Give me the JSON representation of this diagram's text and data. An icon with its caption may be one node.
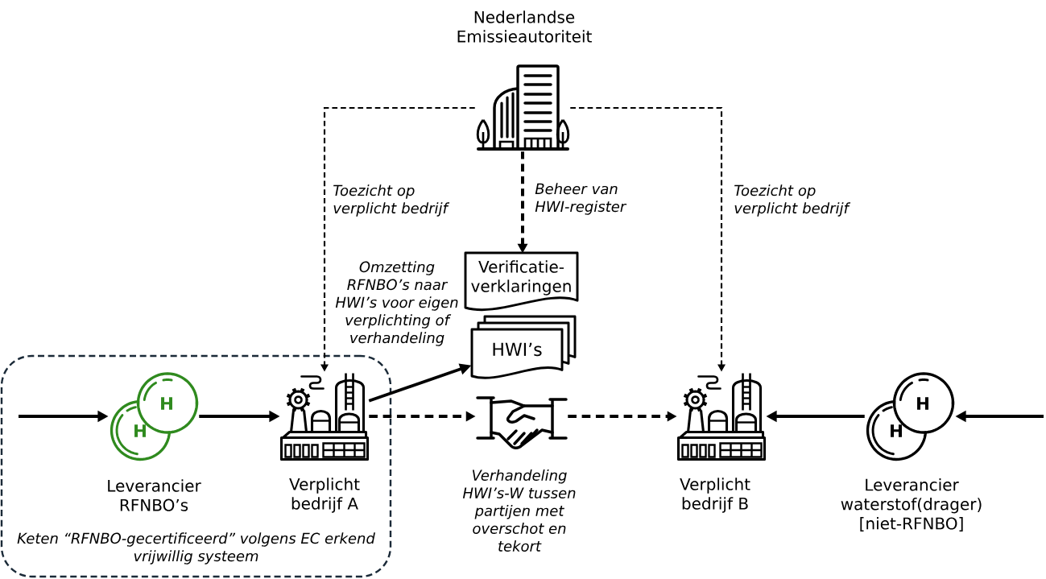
{
  "diagram": {
    "nodes": [
      {
        "text": [
          "Nederlandse Emissieautoriteit"
        ]
      },
      {
        "text": [
          "Keten “RFNBO-gecertificeerd” volgens EC erkend vrijwillig systeem"
        ]
      },
      {
        "text": [
          "Leverancier RFNBO’s"
        ],
        "in": 1
      },
      {
        "text": [
          "Verplicht bedrijf A"
        ],
        "in": 1
      },
      {
        "text": [
          "Verificatie- verklaringen"
        ]
      },
      {
        "text": [
          "HWI’s"
        ]
      },
      {
        "text": [
          "Verhandeling HWI’s-W tussen partijen met overschot en tekort"
        ]
      },
      {
        "text": [
          "Verplicht bedrijf B"
        ]
      },
      {
        "text": [
          "Leverancier waterstof(drager) [niet-RFNBO]"
        ]
      }
    ],
    "edges": [
      {
        "from": null,
        "to": 2,
        "arrow": "to"
      },
      {
        "from": 2,
        "to": 3,
        "arrow": "to"
      },
      {
        "from": 3,
        "to": 6,
        "arrow": "to",
        "style": "dashed"
      },
      {
        "from": 6,
        "to": 7,
        "arrow": "to",
        "style": "dashed"
      },
      {
        "from": 8,
        "to": 7,
        "arrow": "to"
      },
      {
        "from": null,
        "to": 8,
        "arrow": "to"
      },
      {
        "from": 0,
        "to": 3,
        "arrow": "to",
        "style": "dashed",
        "label": "Toezicht op verplicht bedrijf"
      },
      {
        "from": 0,
        "to": 7,
        "arrow": "to",
        "style": "dashed",
        "label": "Toezicht op verplicht bedrijf"
      },
      {
        "from": 0,
        "to": 4,
        "arrow": "to",
        "style": "dashed",
        "label": "Beheer van HWI-register"
      },
      {
        "from": 3,
        "to": 5,
        "arrow": "to",
        "label": "Omzetting RFNBO’s naar HWI’s voor eigen verplichting of verhandeling"
      }
    ],
    "labels": [
      "H",
      "H",
      "H",
      "H"
    ]
  }
}
